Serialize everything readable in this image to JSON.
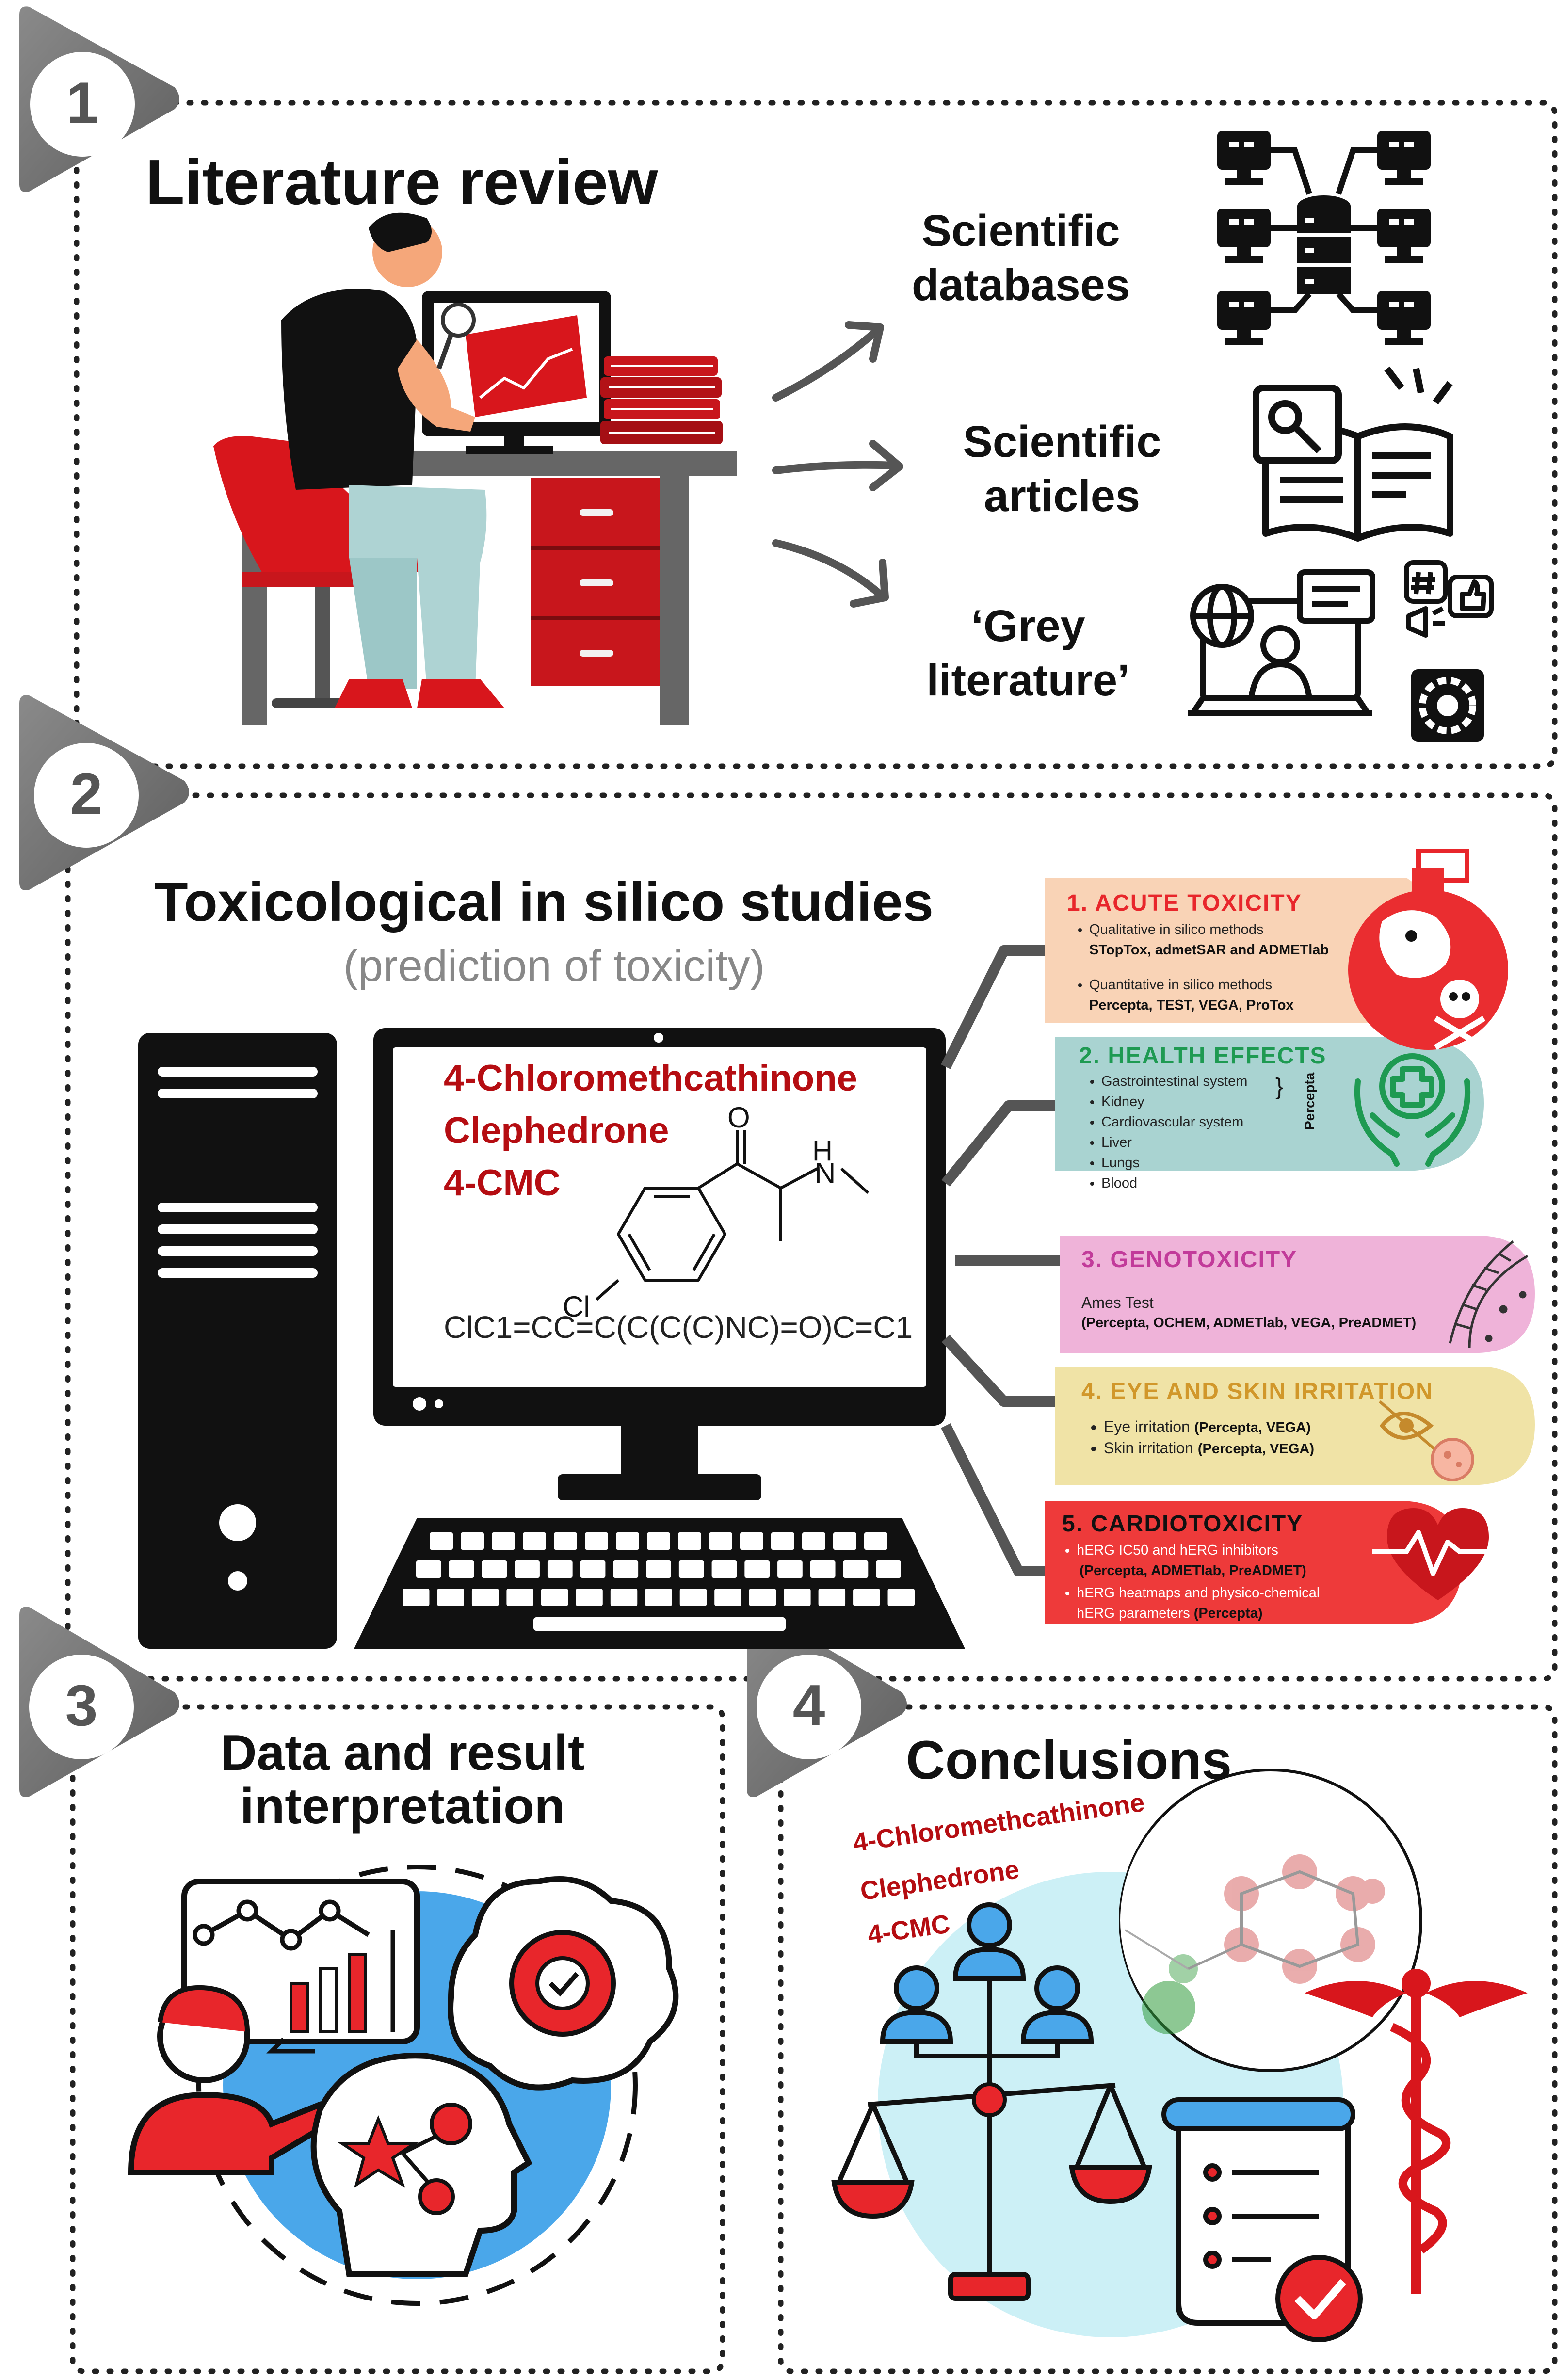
{
  "sections": {
    "s1": {
      "number": "1",
      "title": "Literature review"
    },
    "s2": {
      "number": "2",
      "title": "Toxicological in silico studies",
      "subtitle": "(prediction of toxicity)"
    },
    "s3": {
      "number": "3",
      "title_line1": "Data and result",
      "title_line2": "interpretation"
    },
    "s4": {
      "number": "4",
      "title": "Conclusions"
    }
  },
  "sources": [
    {
      "line1": "Scientific",
      "line2": "databases"
    },
    {
      "line1": "Scientific",
      "line2": "articles"
    },
    {
      "line1": "‘Grey",
      "line2": "literature’"
    }
  ],
  "compound": {
    "name1": "4-Chloromethcathinone",
    "name2": "Clephedrone",
    "name3": "4-CMC",
    "atom_o": "O",
    "atom_h": "H",
    "atom_n": "N",
    "atom_cl": "Cl",
    "smiles": "ClC1=CC=C(C(C(C)NC)=O)C=C1"
  },
  "panels": {
    "acute": {
      "title": "1. ACUTE TOXICITY",
      "line1": "Qualitative in silico methods",
      "tools1": "STopTox, admetSAR and ADMETlab",
      "line2": "Quantitative in silico methods",
      "tools2": "Percepta, TEST, VEGA, ProTox"
    },
    "health": {
      "title": "2. HEALTH EFFECTS",
      "items": [
        "Gastrointestinal system",
        "Kidney",
        "Cardiovascular system",
        "Liver",
        "Lungs",
        "Blood"
      ],
      "tool": "Percepta"
    },
    "geno": {
      "title": "3. GENOTOXICITY",
      "line1": "Ames Test",
      "tools": "(Percepta, OCHEM, ADMETlab, VEGA, PreADMET)"
    },
    "eye": {
      "title": "4. EYE AND SKIN IRRITATION",
      "item1": "Eye irritation",
      "tools1": "(Percepta, VEGA)",
      "item2": "Skin irritation",
      "tools2": "(Percepta, VEGA)"
    },
    "cardio": {
      "title": "5. CARDIOTOXICITY",
      "line1": "hERG IC50 and hERG inhibitors",
      "tools1": "(Percepta, ADMETlab, PreADMET)",
      "line2": "hERG heatmaps and physico-chemical",
      "line3": "hERG parameters",
      "tools3": "(Percepta)"
    }
  },
  "conclusion_labels": [
    "4-Chloromethcathinone",
    "Clephedrone",
    "4-CMC"
  ],
  "colors": {
    "accent_red": "#e8262b",
    "dark_red": "#b50d12",
    "acute_bg": "#f9d3b6",
    "health_bg": "#a9d3d1",
    "geno_bg": "#efb3d9",
    "eye_bg": "#f0e3a6",
    "cardio_bg": "#ee3a3a",
    "sky_blue": "#4aa7ea",
    "light_cyan": "#ccf0f6",
    "grey_badge": "#707070"
  }
}
